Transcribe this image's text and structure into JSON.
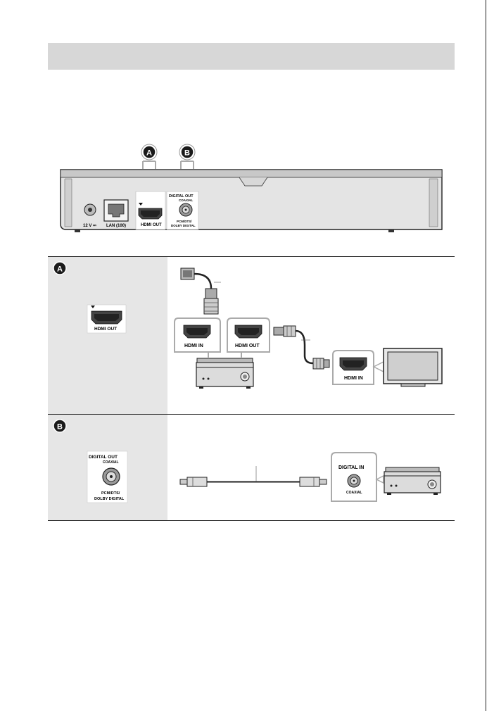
{
  "header": {
    "title": ""
  },
  "callouts": {
    "a": "A",
    "b": "B"
  },
  "player_panel": {
    "power_label": "12 V ⎓",
    "lan_label": "LAN (100)",
    "hdmi_out_label": "HDMI OUT",
    "digital_out_label": "DIGITAL OUT",
    "coaxial_label": "COAXIAL",
    "pcm_label": "PCM/DTS/",
    "dolby_label": "DOLBY DIGITAL"
  },
  "row_a": {
    "badge": "A",
    "port_label": "HDMI OUT",
    "amp_in_label": "HDMI IN",
    "amp_out_label": "HDMI OUT",
    "tv_in_label": "HDMI IN"
  },
  "row_b": {
    "badge": "B",
    "port_title": "DIGITAL OUT",
    "port_coaxial": "COAXIAL",
    "port_pcm": "PCM/DTS/",
    "port_dolby": "DOLBY DIGITAL",
    "input_title": "DIGITAL IN",
    "input_coaxial": "COAXIAL"
  },
  "colors": {
    "header_bar": "#d7d7d7",
    "left_column": "#e6e6e6",
    "device_body": "#dcdcdc",
    "rule": "#222222"
  }
}
